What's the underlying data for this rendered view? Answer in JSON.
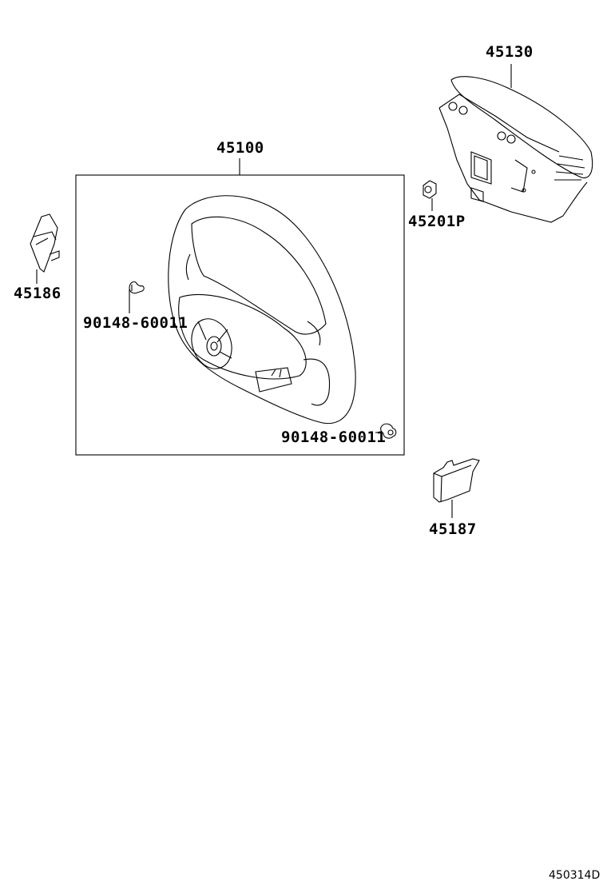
{
  "diagram": {
    "type": "exploded parts diagram",
    "subject": "steering wheel assembly",
    "reference_code": "450314D",
    "parts": [
      {
        "id": "p45130",
        "part_number": "45130",
        "depicts": "steering wheel pad / airbag module"
      },
      {
        "id": "p45100",
        "part_number": "45100",
        "depicts": "steering wheel assembly (boxed group)"
      },
      {
        "id": "p45201p",
        "part_number": "45201P",
        "depicts": "nut"
      },
      {
        "id": "p45186",
        "part_number": "45186",
        "depicts": "left switch cover"
      },
      {
        "id": "p90148a",
        "part_number": "90148-60011",
        "depicts": "screw (left)"
      },
      {
        "id": "p90148b",
        "part_number": "90148-60011",
        "depicts": "screw (right)"
      },
      {
        "id": "p45187",
        "part_number": "45187",
        "depicts": "right switch cover"
      }
    ]
  },
  "labels": {
    "p45130": "45130",
    "p45100": "45100",
    "p45201p": "45201P",
    "p45186": "45186",
    "p90148a": "90148-60011",
    "p90148b": "90148-60011",
    "p45187": "45187",
    "ref": "450314D"
  }
}
